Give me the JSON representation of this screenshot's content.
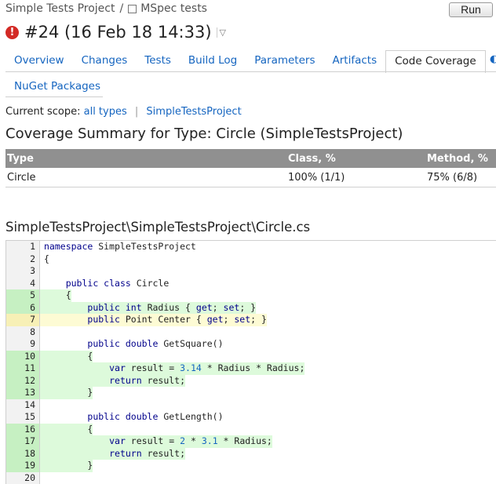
{
  "breadcrumb": {
    "project": "Simple Tests Project",
    "separator": "/",
    "config": "MSpec tests"
  },
  "run_button": "Run",
  "build": {
    "title": "#24 (16 Feb 18 14:33)",
    "status_glyph": "!"
  },
  "tabs_row1": [
    {
      "label": "Overview",
      "active": false
    },
    {
      "label": "Changes",
      "active": false
    },
    {
      "label": "Tests",
      "active": false
    },
    {
      "label": "Build Log",
      "active": false
    },
    {
      "label": "Parameters",
      "active": false
    },
    {
      "label": "Artifacts",
      "active": false
    },
    {
      "label": "Code Coverage",
      "active": true
    }
  ],
  "tabs_row2": [
    {
      "label": "NuGet Packages",
      "active": false
    }
  ],
  "scope": {
    "label": "Current scope:",
    "link1": "all types",
    "link2": "SimpleTestsProject"
  },
  "summary": {
    "title": "Coverage Summary for Type: Circle (SimpleTestsProject)",
    "headers": [
      "Type",
      "Class, %",
      "Method, %"
    ],
    "rows": [
      [
        "Circle",
        "100% (1/1)",
        "75% (6/8)"
      ]
    ]
  },
  "file": {
    "path": "SimpleTestsProject\\SimpleTestsProject\\Circle.cs",
    "lines": [
      {
        "n": "1",
        "cov": "none",
        "tokens": [
          [
            "kw",
            "namespace"
          ],
          [
            "t",
            " SimpleTestsProject"
          ]
        ]
      },
      {
        "n": "2",
        "cov": "none",
        "tokens": [
          [
            "t",
            "{"
          ]
        ]
      },
      {
        "n": "3",
        "cov": "none",
        "tokens": []
      },
      {
        "n": "4",
        "cov": "none",
        "tokens": [
          [
            "t",
            "    "
          ],
          [
            "kw",
            "public class"
          ],
          [
            "t",
            " Circle"
          ]
        ]
      },
      {
        "n": "5",
        "cov": "full",
        "tokens": [
          [
            "t",
            "    {"
          ]
        ]
      },
      {
        "n": "6",
        "cov": "full",
        "tokens": [
          [
            "t",
            "        "
          ],
          [
            "kw",
            "public int"
          ],
          [
            "t",
            " Radius { "
          ],
          [
            "kw",
            "get"
          ],
          [
            "t",
            "; "
          ],
          [
            "kw",
            "set"
          ],
          [
            "t",
            "; }"
          ]
        ]
      },
      {
        "n": "7",
        "cov": "partial",
        "tokens": [
          [
            "t",
            "        "
          ],
          [
            "kw",
            "public"
          ],
          [
            "t",
            " Point Center { "
          ],
          [
            "kw",
            "get"
          ],
          [
            "t",
            "; "
          ],
          [
            "kw",
            "set"
          ],
          [
            "t",
            "; }"
          ]
        ]
      },
      {
        "n": "8",
        "cov": "none",
        "tokens": []
      },
      {
        "n": "9",
        "cov": "none",
        "tokens": [
          [
            "t",
            "        "
          ],
          [
            "kw",
            "public double"
          ],
          [
            "t",
            " GetSquare()"
          ]
        ]
      },
      {
        "n": "10",
        "cov": "full",
        "tokens": [
          [
            "t",
            "        {"
          ]
        ]
      },
      {
        "n": "11",
        "cov": "full",
        "tokens": [
          [
            "t",
            "            "
          ],
          [
            "kw",
            "var"
          ],
          [
            "t",
            " result = "
          ],
          [
            "num",
            "3.14"
          ],
          [
            "t",
            " * Radius * Radius;"
          ]
        ]
      },
      {
        "n": "12",
        "cov": "full",
        "tokens": [
          [
            "t",
            "            "
          ],
          [
            "kw",
            "return"
          ],
          [
            "t",
            " result;"
          ]
        ]
      },
      {
        "n": "13",
        "cov": "full",
        "tokens": [
          [
            "t",
            "        }"
          ]
        ]
      },
      {
        "n": "14",
        "cov": "none",
        "tokens": []
      },
      {
        "n": "15",
        "cov": "none",
        "tokens": [
          [
            "t",
            "        "
          ],
          [
            "kw",
            "public double"
          ],
          [
            "t",
            " GetLength()"
          ]
        ]
      },
      {
        "n": "16",
        "cov": "full",
        "tokens": [
          [
            "t",
            "        {"
          ]
        ]
      },
      {
        "n": "17",
        "cov": "full",
        "tokens": [
          [
            "t",
            "            "
          ],
          [
            "kw",
            "var"
          ],
          [
            "t",
            " result = "
          ],
          [
            "num",
            "2"
          ],
          [
            "t",
            " * "
          ],
          [
            "num",
            "3.1"
          ],
          [
            "t",
            " * Radius;"
          ]
        ]
      },
      {
        "n": "18",
        "cov": "full",
        "tokens": [
          [
            "t",
            "            "
          ],
          [
            "kw",
            "return"
          ],
          [
            "t",
            " result;"
          ]
        ]
      },
      {
        "n": "19",
        "cov": "full",
        "tokens": [
          [
            "t",
            "        }"
          ]
        ]
      },
      {
        "n": "20",
        "cov": "none",
        "tokens": []
      }
    ]
  }
}
